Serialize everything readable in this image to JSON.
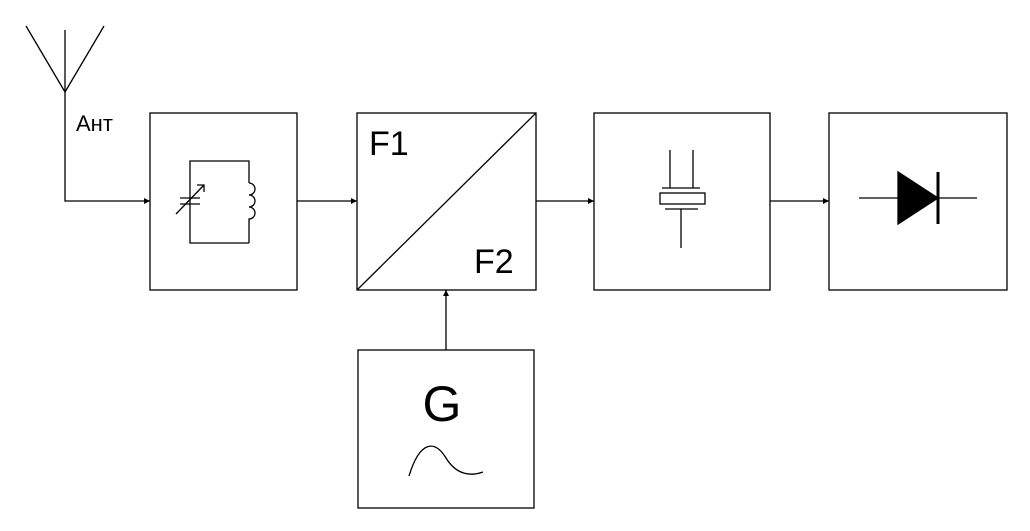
{
  "diagram": {
    "antenna": {
      "label": "Ант"
    },
    "mixer": {
      "input_label": "F1",
      "output_label": "F2"
    },
    "oscillator": {
      "label": "G"
    },
    "blocks": [
      {
        "id": "input-circuit",
        "symbol": "lc-tank-variable-capacitor"
      },
      {
        "id": "mixer",
        "symbol": "frequency-converter"
      },
      {
        "id": "filter",
        "symbol": "quartz-crystal"
      },
      {
        "id": "detector",
        "symbol": "diode"
      },
      {
        "id": "oscillator",
        "symbol": "sine-generator"
      }
    ],
    "colors": {
      "stroke": "#000000",
      "background": "#ffffff"
    }
  }
}
